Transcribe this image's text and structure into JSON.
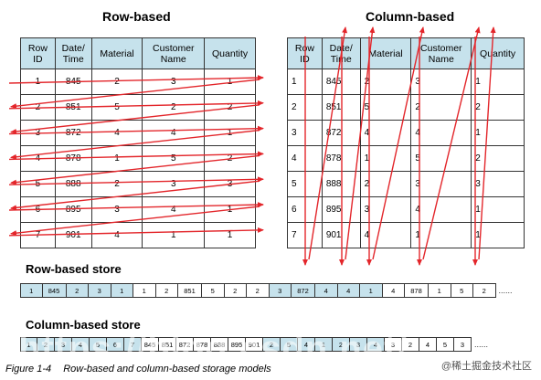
{
  "row_table": {
    "title": "Row-based",
    "headers": [
      "Row\nID",
      "Date/\nTime",
      "Material",
      "Customer\nName",
      "Quantity"
    ],
    "rows": [
      [
        "1",
        "845",
        "2",
        "3",
        "1"
      ],
      [
        "2",
        "851",
        "5",
        "2",
        "2"
      ],
      [
        "3",
        "872",
        "4",
        "4",
        "1"
      ],
      [
        "4",
        "878",
        "1",
        "5",
        "2"
      ],
      [
        "5",
        "888",
        "2",
        "3",
        "3"
      ],
      [
        "6",
        "895",
        "3",
        "4",
        "1"
      ],
      [
        "7",
        "901",
        "4",
        "1",
        "1"
      ]
    ]
  },
  "col_table": {
    "title": "Column-based",
    "headers": [
      "Row\nID",
      "Date/\nTime",
      "Material",
      "Customer\nName",
      "Quantity"
    ],
    "rows": [
      [
        "1",
        "845",
        "2",
        "3",
        "1"
      ],
      [
        "2",
        "851",
        "5",
        "2",
        "2"
      ],
      [
        "3",
        "872",
        "4",
        "4",
        "1"
      ],
      [
        "4",
        "878",
        "1",
        "5",
        "2"
      ],
      [
        "5",
        "888",
        "2",
        "3",
        "3"
      ],
      [
        "6",
        "895",
        "3",
        "4",
        "1"
      ],
      [
        "7",
        "901",
        "4",
        "1",
        "1"
      ]
    ]
  },
  "row_store": {
    "title": "Row-based store",
    "cells": [
      "1",
      "845",
      "2",
      "3",
      "1",
      "1",
      "2",
      "851",
      "5",
      "2",
      "2",
      "3",
      "872",
      "4",
      "4",
      "1",
      "4",
      "878",
      "1",
      "5",
      "2"
    ],
    "highlight": [
      true,
      true,
      true,
      true,
      true,
      false,
      false,
      false,
      false,
      false,
      false,
      true,
      true,
      true,
      true,
      true,
      false,
      false,
      false,
      false,
      false
    ],
    "ellipsis": "......"
  },
  "col_store": {
    "title": "Column-based store",
    "cells": [
      "1",
      "2",
      "3",
      "4",
      "5",
      "6",
      "7",
      "845",
      "851",
      "872",
      "878",
      "888",
      "895",
      "901",
      "2",
      "5",
      "4",
      "1",
      "2",
      "3",
      "4",
      "3",
      "2",
      "4",
      "5",
      "3"
    ],
    "highlight": [
      true,
      true,
      true,
      true,
      true,
      true,
      true,
      false,
      false,
      false,
      false,
      false,
      false,
      false,
      true,
      true,
      true,
      true,
      true,
      true,
      true,
      false,
      false,
      false,
      false,
      false
    ],
    "ellipsis": "......"
  },
  "caption": {
    "figure": "Figure 1-4",
    "text": "Row-based and column-based storage models"
  },
  "watermark": "https://blog.csdn.net/",
  "logo": "@稀土掘金技术社区",
  "colors": {
    "header_fill": "#c6e2ec",
    "arrow": "#e3262b"
  }
}
